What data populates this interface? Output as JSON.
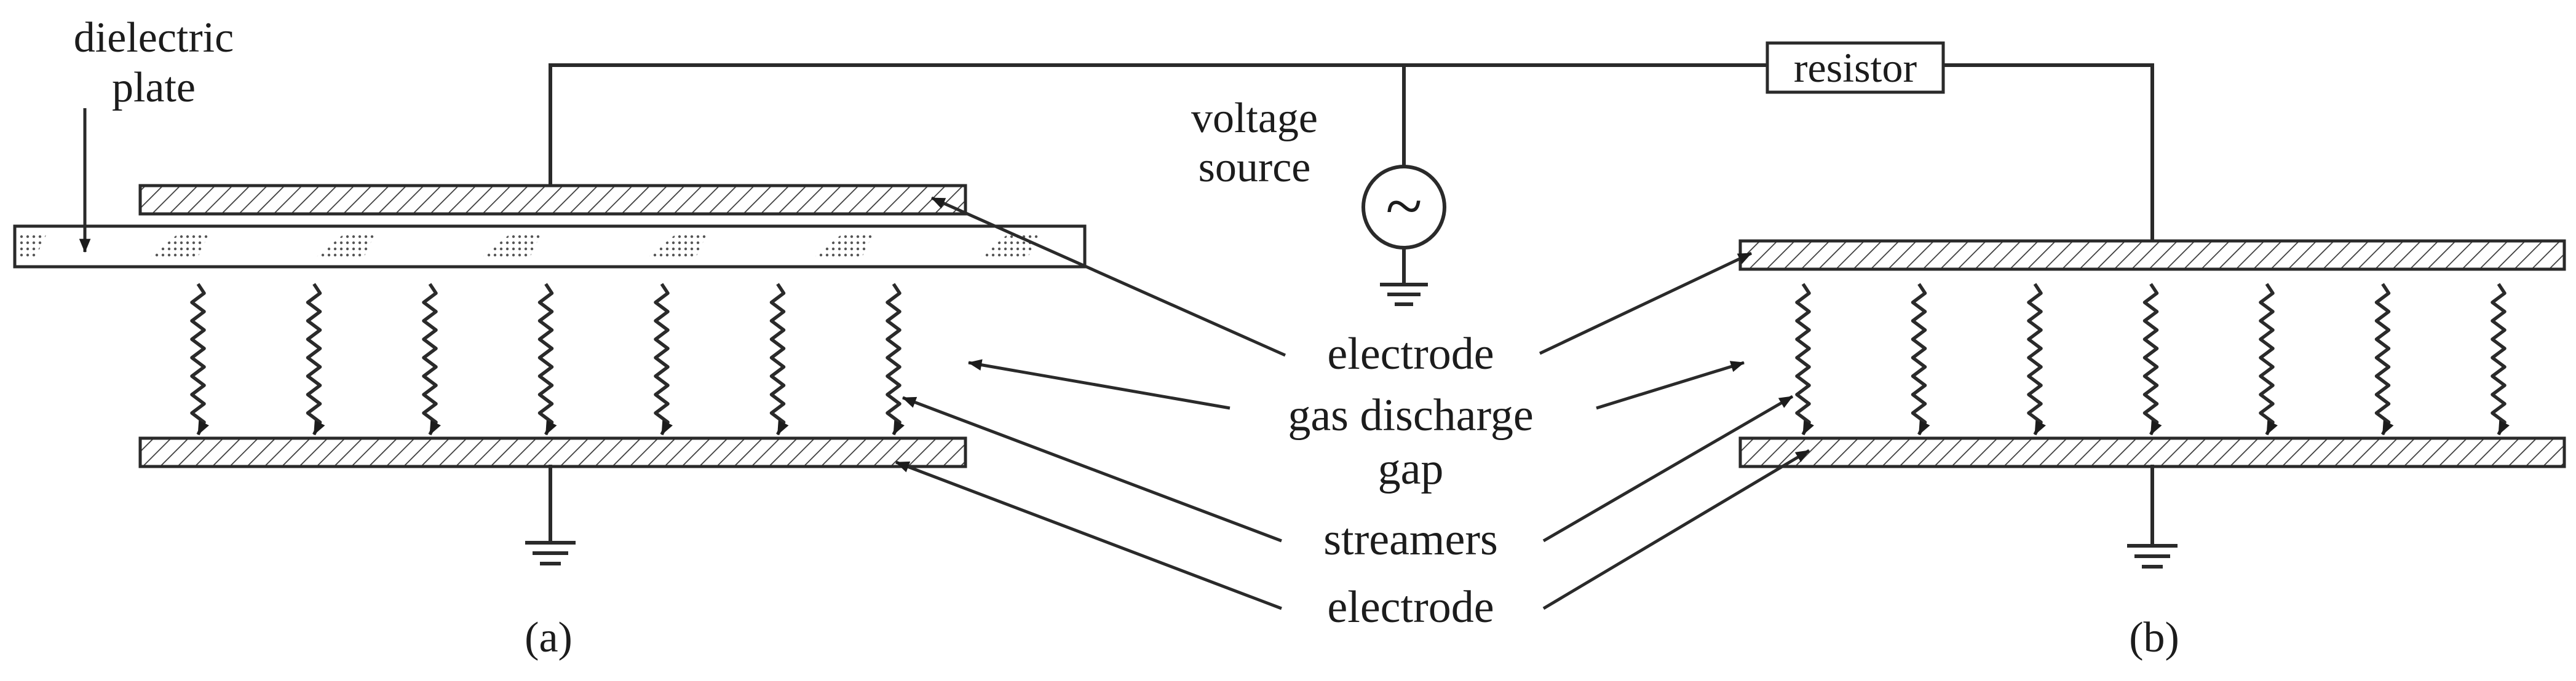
{
  "labels": {
    "dielectric_line1": "dielectric",
    "dielectric_line2": "plate",
    "voltage_line1": "voltage",
    "voltage_line2": "source",
    "resistor": "resistor",
    "source_symbol": "~",
    "electrode_top": "electrode",
    "gas_line1": "gas discharge",
    "gas_line2": "gap",
    "streamers": "streamers",
    "electrode_bottom": "electrode",
    "caption_a": "(a)",
    "caption_b": "(b)"
  },
  "diagram": {
    "panel_a_streamer_count": 7,
    "panel_b_streamer_count": 7
  }
}
